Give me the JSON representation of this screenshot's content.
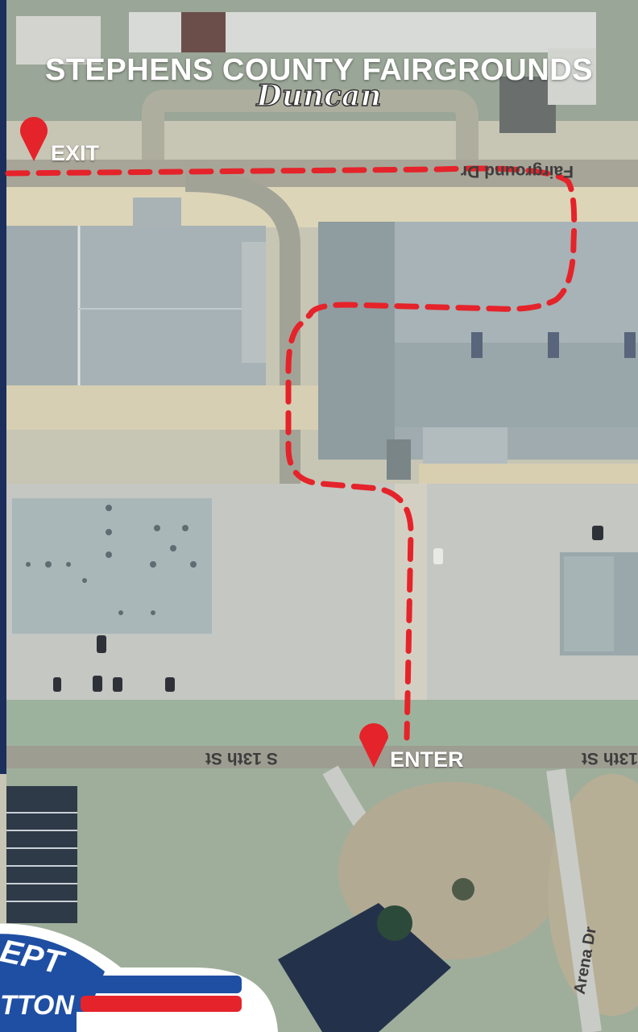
{
  "map": {
    "title": "STEPHENS COUNTY FAIRGROUNDS",
    "subtitle": "Duncan",
    "route_color": "#e5232a",
    "markers": {
      "exit": {
        "label": "EXIT",
        "icon": "map-pin-icon",
        "color": "#e5232a"
      },
      "enter": {
        "label": "ENTER",
        "icon": "map-pin-icon",
        "color": "#e5232a"
      }
    },
    "streets": {
      "fairground_dr": "Fairground Dr",
      "s_13th_st": "S 13th St",
      "s_13th_st_east": "S 13th St",
      "arena_dr": "Arena Dr"
    }
  },
  "logo": {
    "line1": "EPT",
    "line2": "TTON",
    "colors": {
      "blue": "#1f4fa3",
      "red": "#e5232a",
      "white": "#ffffff"
    }
  }
}
